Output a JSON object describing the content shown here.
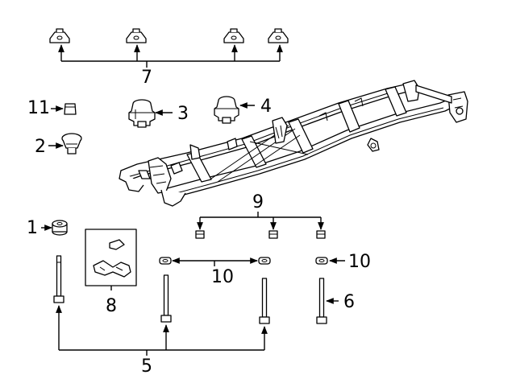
{
  "diagram": {
    "callouts": {
      "c1": "1",
      "c2": "2",
      "c3": "3",
      "c4": "4",
      "c5": "5",
      "c6": "6",
      "c7": "7",
      "c8": "8",
      "c9": "9",
      "c10a": "10",
      "c10b": "10",
      "c11": "11"
    }
  }
}
